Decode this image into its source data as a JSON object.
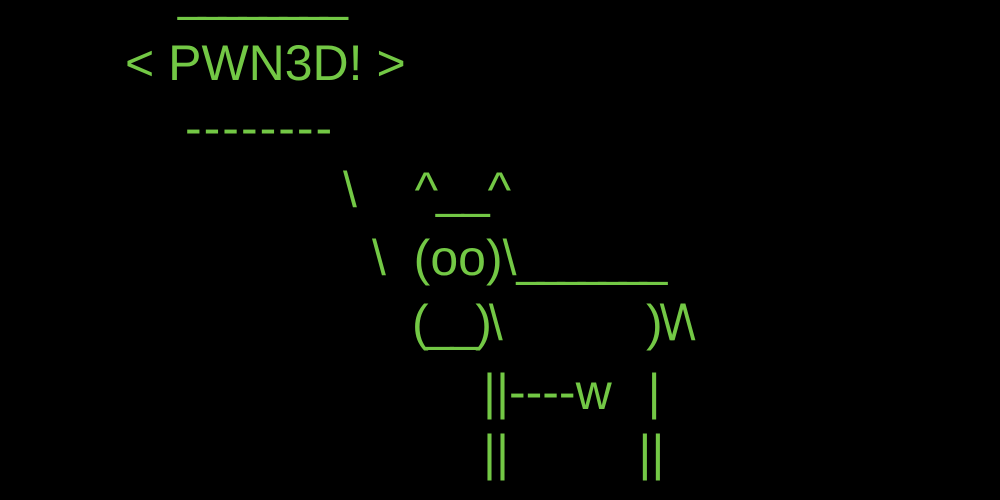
{
  "colors": {
    "text_green": "#73C845",
    "background": "#000000"
  },
  "cowsay": {
    "bubble_top": "________",
    "message": "< PWN3D! >",
    "bubble_bottom": "--------",
    "cow": {
      "neck": "\\   ^__^",
      "head": "\\  (oo)\\",
      "back": "_______",
      "body": "(__)\\       )\\/\\",
      "front_legs": "||----w |",
      "hooves": "||     ||"
    }
  }
}
